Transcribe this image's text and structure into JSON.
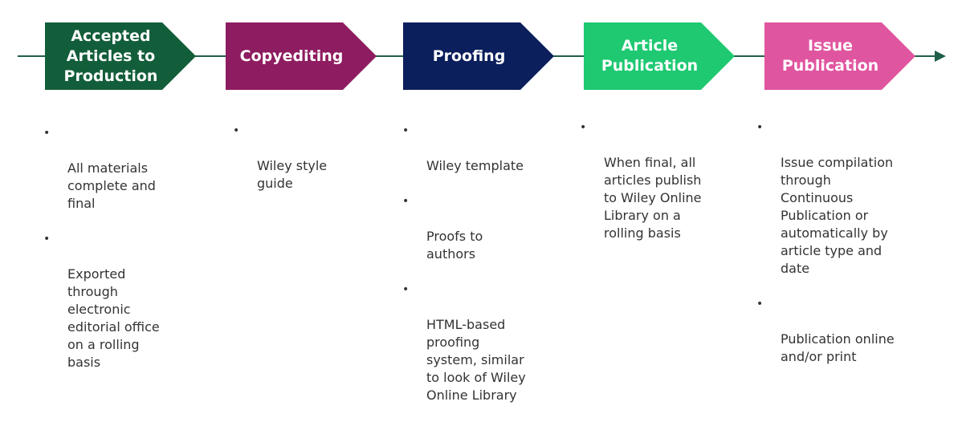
{
  "stages": [
    {
      "label": "Accepted\nArticles to\nProduction",
      "color": "#135e3a",
      "bullets": [
        "All materials\ncomplete and\nfinal",
        "Exported\nthrough\nelectronic\neditorial office\non a rolling\nbasis"
      ]
    },
    {
      "label": "Copyediting",
      "color": "#8e1c60",
      "bullets": [
        "Wiley style\nguide"
      ]
    },
    {
      "label": "Proofing",
      "color": "#0b1f5c",
      "bullets": [
        "Wiley template",
        "Proofs to\nauthors",
        "HTML-based\nproofing\nsystem, similar\nto look of Wiley\nOnline Library"
      ]
    },
    {
      "label": "Article\nPublication",
      "color": "#1ec972",
      "bullets": [
        "When final, all\narticles publish\nto Wiley Online\nLibrary on a\nrolling basis"
      ]
    },
    {
      "label": "Issue\nPublication",
      "color": "#e0559f",
      "bullets": [
        "Issue compilation\nthrough\nContinuous\nPublication or\nautomatically by\narticle type and\ndate",
        "Publication online\nand/or print"
      ]
    }
  ],
  "bullet_symbol": "•",
  "timeline_color": "#1f5f4a"
}
